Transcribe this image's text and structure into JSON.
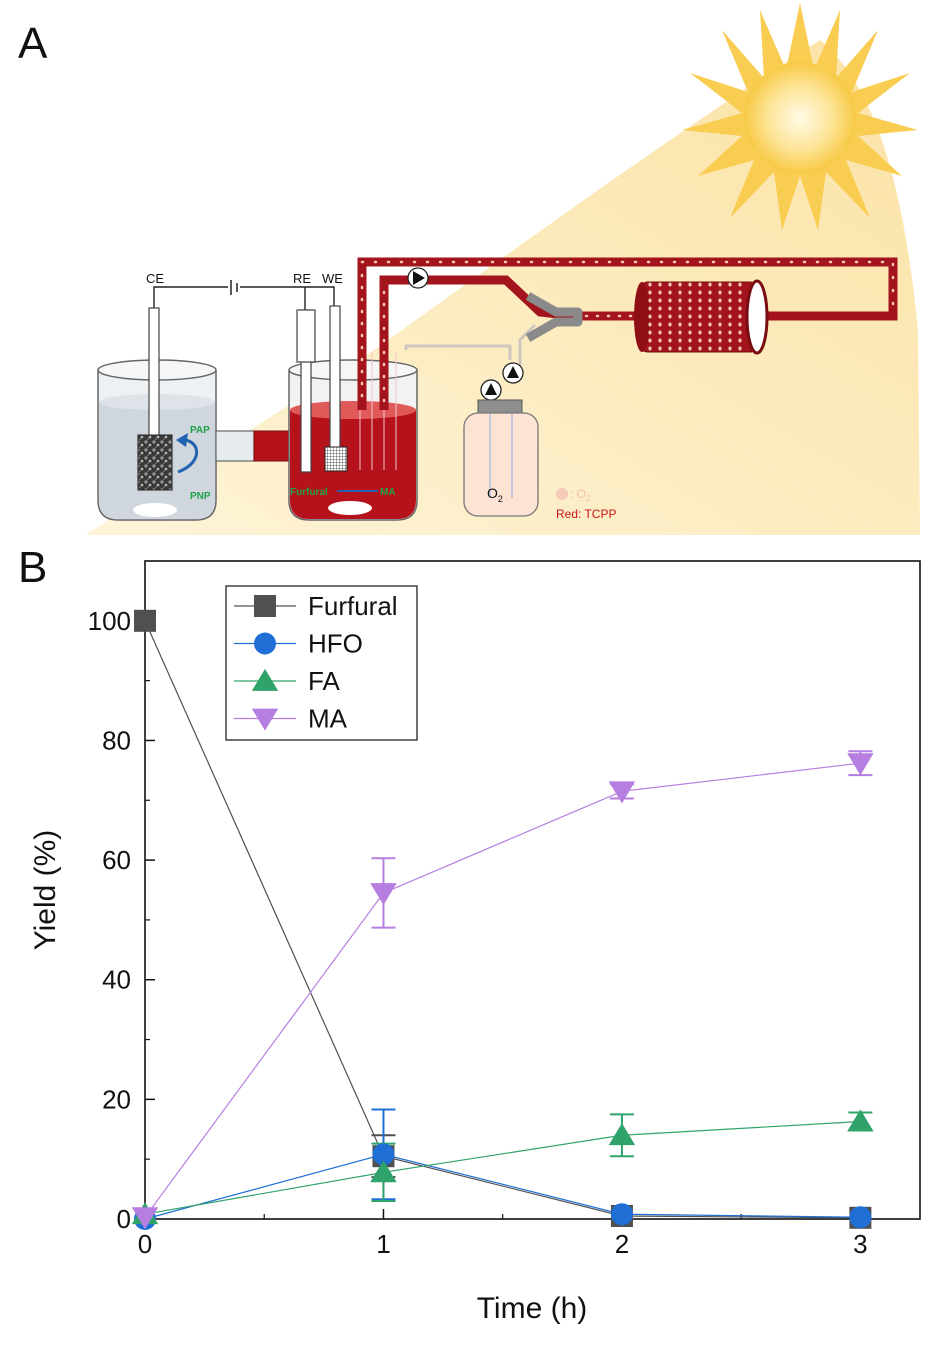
{
  "panel_a": {
    "label": "A",
    "electrodes": {
      "ce": "CE",
      "re": "RE",
      "we": "WE"
    },
    "left_cell": {
      "pap": "PAP",
      "pnp": "PNP"
    },
    "right_cell": {
      "furfural": "Furfural",
      "ma": "MA"
    },
    "oxygen_bottle": {
      "label": "O",
      "subscript": "2"
    },
    "legend": {
      "o2_prefix": ": O",
      "o2_subscript": "2",
      "red_label": "Red: TCPP"
    },
    "colors": {
      "electrolyte_red": "#b5121b",
      "tube_red": "#a3141c",
      "bubble": "#f6c9b8",
      "light_beam": "#fde9b0",
      "sun": "#f8c94a",
      "green_text": "#1fa34a"
    }
  },
  "panel_b": {
    "label": "B"
  },
  "chart_data": {
    "type": "line",
    "xlabel": "Time (h)",
    "ylabel": "Yield (%)",
    "xlim": [
      0,
      3.25
    ],
    "ylim": [
      0,
      110
    ],
    "xticks": [
      0,
      1,
      2,
      3
    ],
    "yticks": [
      0,
      20,
      40,
      60,
      80,
      100
    ],
    "x_tick_labels": [
      "0",
      "1",
      "2",
      "3"
    ],
    "y_tick_labels": [
      "0",
      "20",
      "40",
      "60",
      "80",
      "100"
    ],
    "grid": false,
    "legend_position": "top-left",
    "series": [
      {
        "name": "Furfural",
        "marker": "square",
        "color": "#505050",
        "x": [
          0,
          1,
          2,
          3
        ],
        "y": [
          100,
          10.5,
          0.5,
          0.2
        ],
        "err": [
          0,
          3.5,
          0,
          0
        ]
      },
      {
        "name": "HFO",
        "marker": "circle",
        "color": "#1f6fd6",
        "x": [
          0,
          1,
          2,
          3
        ],
        "y": [
          0,
          10.8,
          0.8,
          0.3
        ],
        "err": [
          0,
          7.5,
          0,
          0
        ]
      },
      {
        "name": "FA",
        "marker": "triangle-up",
        "color": "#2fa36a",
        "x": [
          0,
          1,
          2,
          3
        ],
        "y": [
          0.8,
          7.8,
          14,
          16.3
        ],
        "err": [
          0,
          4.8,
          3.5,
          1.5
        ]
      },
      {
        "name": "MA",
        "marker": "triangle-down",
        "color": "#b57ee0",
        "x": [
          0,
          1,
          2,
          3
        ],
        "y": [
          0.3,
          54.5,
          71.5,
          76.2
        ],
        "err": [
          0,
          5.8,
          1.2,
          2.0
        ]
      }
    ]
  }
}
